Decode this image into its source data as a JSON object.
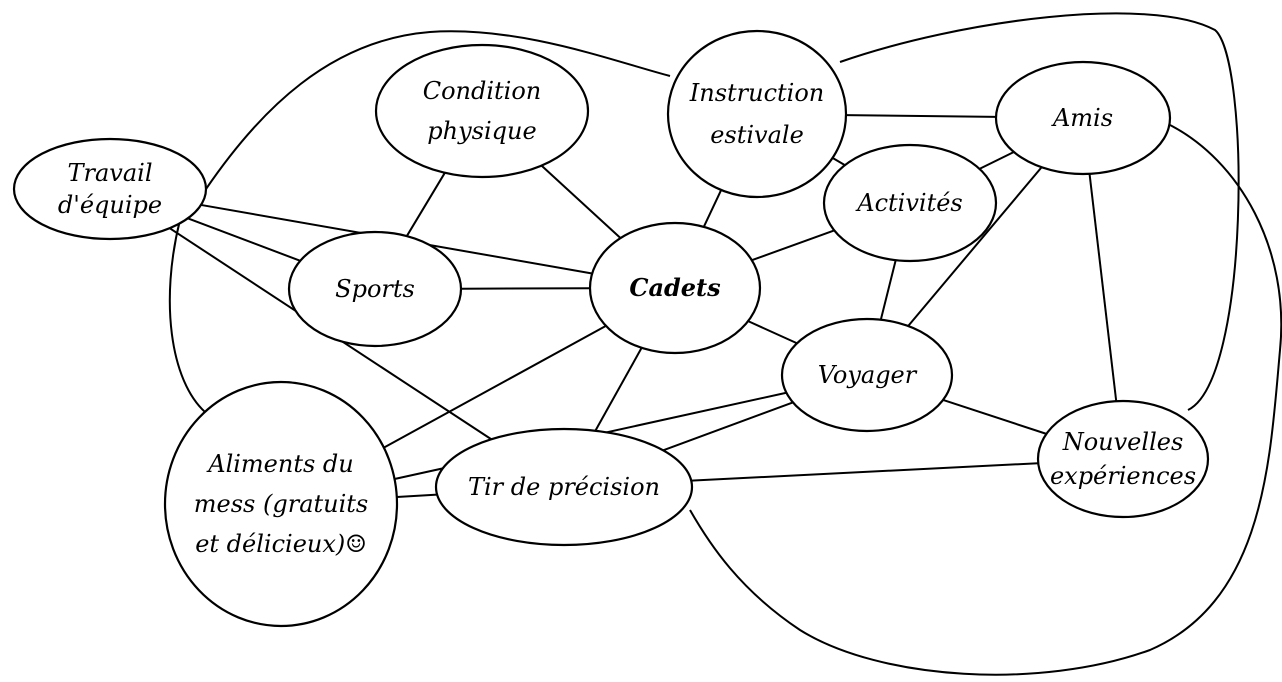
{
  "diagram": {
    "nodes": [
      {
        "id": "travail",
        "lines": [
          "Travail",
          "d'équipe"
        ]
      },
      {
        "id": "condition",
        "lines": [
          "Condition",
          "physique"
        ]
      },
      {
        "id": "instruction",
        "lines": [
          "Instruction",
          "estivale"
        ]
      },
      {
        "id": "amis",
        "lines": [
          "Amis"
        ]
      },
      {
        "id": "activites",
        "lines": [
          "Activités"
        ]
      },
      {
        "id": "sports",
        "lines": [
          "Sports"
        ]
      },
      {
        "id": "cadets",
        "lines": [
          "Cadets"
        ]
      },
      {
        "id": "voyager",
        "lines": [
          "Voyager"
        ]
      },
      {
        "id": "aliments",
        "lines": [
          "Aliments du",
          "mess (gratuits",
          "et délicieux)☺"
        ]
      },
      {
        "id": "tir",
        "lines": [
          "Tir de précision"
        ]
      },
      {
        "id": "nouvelles",
        "lines": [
          "Nouvelles",
          "expériences"
        ]
      }
    ],
    "edges": [
      [
        "travail",
        "sports"
      ],
      [
        "travail",
        "cadets"
      ],
      [
        "travail",
        "tir"
      ],
      [
        "travail",
        "aliments"
      ],
      [
        "travail",
        "instruction"
      ],
      [
        "condition",
        "sports"
      ],
      [
        "condition",
        "cadets"
      ],
      [
        "instruction",
        "amis"
      ],
      [
        "instruction",
        "activites"
      ],
      [
        "instruction",
        "cadets"
      ],
      [
        "instruction",
        "nouvelles"
      ],
      [
        "amis",
        "activites"
      ],
      [
        "amis",
        "voyager"
      ],
      [
        "amis",
        "nouvelles"
      ],
      [
        "amis",
        "tir"
      ],
      [
        "activites",
        "cadets"
      ],
      [
        "activites",
        "voyager"
      ],
      [
        "sports",
        "cadets"
      ],
      [
        "cadets",
        "voyager"
      ],
      [
        "cadets",
        "aliments"
      ],
      [
        "cadets",
        "tir"
      ],
      [
        "voyager",
        "aliments"
      ],
      [
        "voyager",
        "tir"
      ],
      [
        "voyager",
        "nouvelles"
      ],
      [
        "aliments",
        "tir"
      ],
      [
        "tir",
        "nouvelles"
      ]
    ]
  }
}
